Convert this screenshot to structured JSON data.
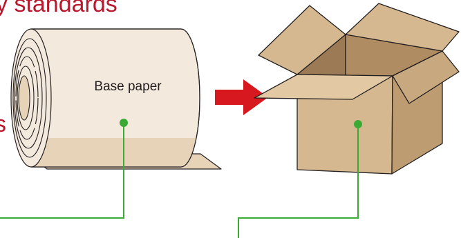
{
  "heading": {
    "text": "y standards"
  },
  "side_text": {
    "text": "s"
  },
  "roll": {
    "label": "Base paper"
  },
  "colors": {
    "text_accent": "#b8182c",
    "arrow": "#d7191f",
    "leader_line": "#3aaa35",
    "paper_light": "#f3e9dc",
    "paper_shadow": "#e7d3b8",
    "cardboard_front": "#d5b890",
    "cardboard_side": "#bd9c72",
    "cardboard_inside": "#9b7a55",
    "outline": "#231f20"
  },
  "icons": {
    "arrow": "right-arrow-icon",
    "roll": "paper-roll-icon",
    "box": "open-cardboard-box-icon"
  }
}
